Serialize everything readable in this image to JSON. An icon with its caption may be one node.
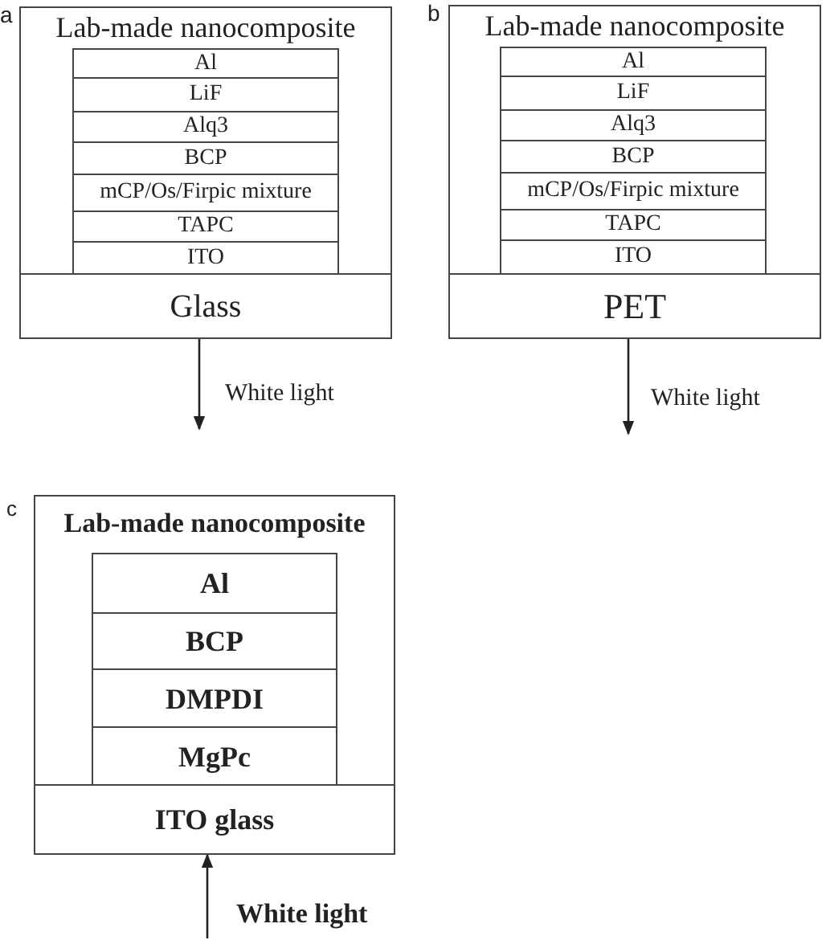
{
  "diagram": {
    "nodes": [
      {
        "text": [
          "Lab-made nanocomposite"
        ]
      },
      {
        "text": [
          "Al"
        ],
        "in": 0
      },
      {
        "text": [
          "LiF"
        ],
        "in": 0
      },
      {
        "text": [
          "Alq3"
        ],
        "in": 0
      },
      {
        "text": [
          "BCP"
        ],
        "in": 0
      },
      {
        "text": [
          "mCP/Os/Firpic mixture"
        ],
        "in": 0
      },
      {
        "text": [
          "TAPC"
        ],
        "in": 0
      },
      {
        "text": [
          "ITO"
        ],
        "in": 0
      },
      {
        "text": [
          "Glass"
        ],
        "in": 0
      },
      {
        "text": [
          "Lab-made nanocomposite"
        ]
      },
      {
        "text": [
          "Al"
        ],
        "in": 9
      },
      {
        "text": [
          "LiF"
        ],
        "in": 9
      },
      {
        "text": [
          "Alq3"
        ],
        "in": 9
      },
      {
        "text": [
          "BCP"
        ],
        "in": 9
      },
      {
        "text": [
          "mCP/Os/Firpic mixture"
        ],
        "in": 9
      },
      {
        "text": [
          "TAPC"
        ],
        "in": 9
      },
      {
        "text": [
          "ITO"
        ],
        "in": 9
      },
      {
        "text": [
          "PET"
        ],
        "in": 9
      },
      {
        "text": [
          "Lab-made nanocomposite"
        ]
      },
      {
        "text": [
          "Al"
        ],
        "in": 18
      },
      {
        "text": [
          "BCP"
        ],
        "in": 18
      },
      {
        "text": [
          "DMPDI"
        ],
        "in": 18
      },
      {
        "text": [
          "MgPc"
        ],
        "in": 18
      },
      {
        "text": [
          "ITO glass"
        ],
        "in": 18
      }
    ],
    "edges": [
      {
        "from": 8,
        "to": null,
        "arrow": "to",
        "label": "White light"
      },
      {
        "from": 17,
        "to": null,
        "arrow": "to",
        "label": "White light"
      },
      {
        "from": null,
        "to": 23,
        "arrow": "to",
        "label": "White light"
      }
    ],
    "labels": [
      "a",
      "b",
      "c"
    ]
  }
}
